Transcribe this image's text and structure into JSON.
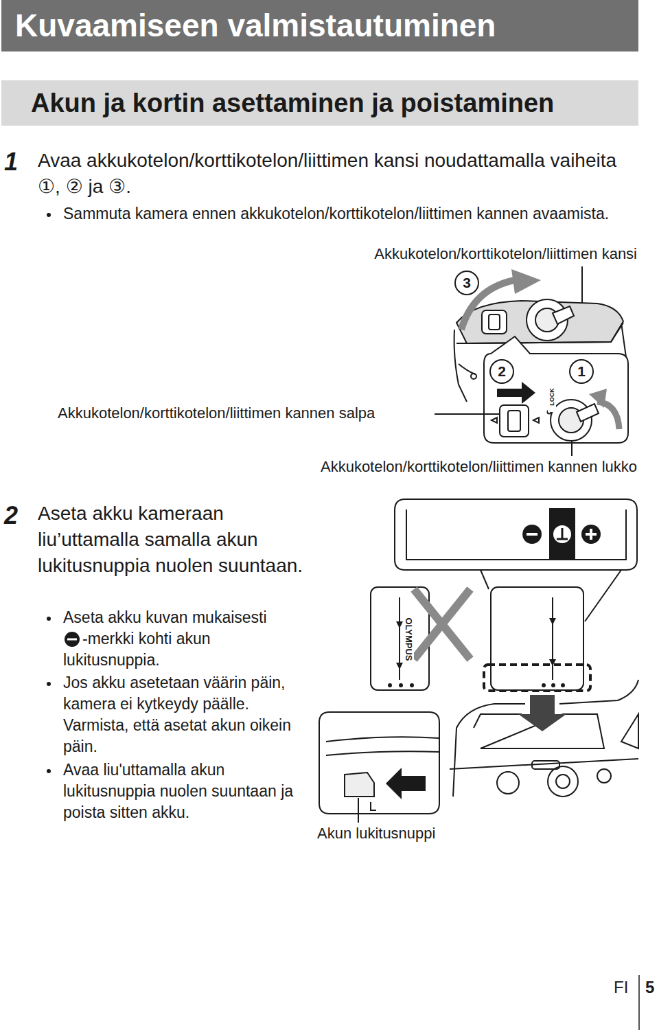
{
  "diagram": {
    "title": "Kuvaamiseen valmistautuminen",
    "nodes": [
      {
        "text": [
          "Akun ja kortin asettaminen ja poistaminen"
        ]
      }
    ],
    "labels": [
      "1",
      "Avaa akkukotelon/korttikotelon/liittimen kansi noudattamalla vaiheita ①, ② ja ③.",
      "Sammuta kamera ennen akkukotelon/korttikotelon/liittimen kannen avaamista.",
      "Akkukotelon/korttikotelon/liittimen kansi",
      "3",
      "2",
      "1",
      "LOCK",
      "Akkukotelon/korttikotelon/liittimen kannen salpa",
      "Akkukotelon/korttikotelon/liittimen kannen lukko",
      "2",
      "Aseta akku kameraan liu’uttamalla samalla akun lukitusnuppia nuolen suuntaan.",
      "Aseta akku kuvan mukaisesti",
      "-merkki kohti akun lukitusnuppia.",
      "Jos akku asetetaan väärin päin, kamera ei kytkeydy päälle. Varmista, että asetat akun oikein päin.",
      "Avaa liu'uttamalla akun lukitusnuppia nuolen suuntaan ja poista sitten akku.",
      "OLYMPUS",
      "Akun lukitusnuppi",
      "FI",
      "5"
    ]
  }
}
